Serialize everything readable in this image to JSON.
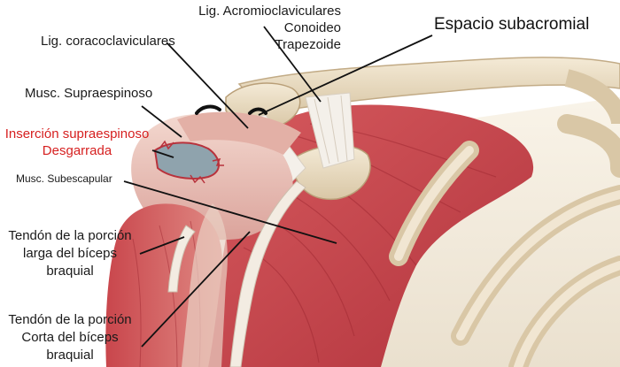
{
  "colors": {
    "text": "#1a1a1a",
    "highlight": "#d62020",
    "muscle": "#c8434a",
    "bone": "#e9dcc4",
    "tendon": "#efe6d8",
    "tear": "#8fa3ad"
  },
  "labels": {
    "acromio": {
      "lines": [
        "Lig. Acromioclaviculares",
        "Conoideo",
        "Trapezoide"
      ]
    },
    "subacromial": {
      "text": "Espacio subacromial"
    },
    "coraco": {
      "text": "Lig. coracoclaviculares"
    },
    "supraespinoso": {
      "text": "Musc. Supraespinoso"
    },
    "insercion": {
      "lines": [
        "Inserción supraespinoso",
        "Desgarrada"
      ]
    },
    "subescapular": {
      "text": "Musc. Subescapular"
    },
    "tendon_larga": {
      "lines": [
        "Tendón de la porción",
        "larga del bíceps",
        "braquial"
      ]
    },
    "tendon_corta": {
      "lines": [
        "Tendón de la porción",
        "Corta del bíceps",
        "braquial"
      ]
    }
  }
}
